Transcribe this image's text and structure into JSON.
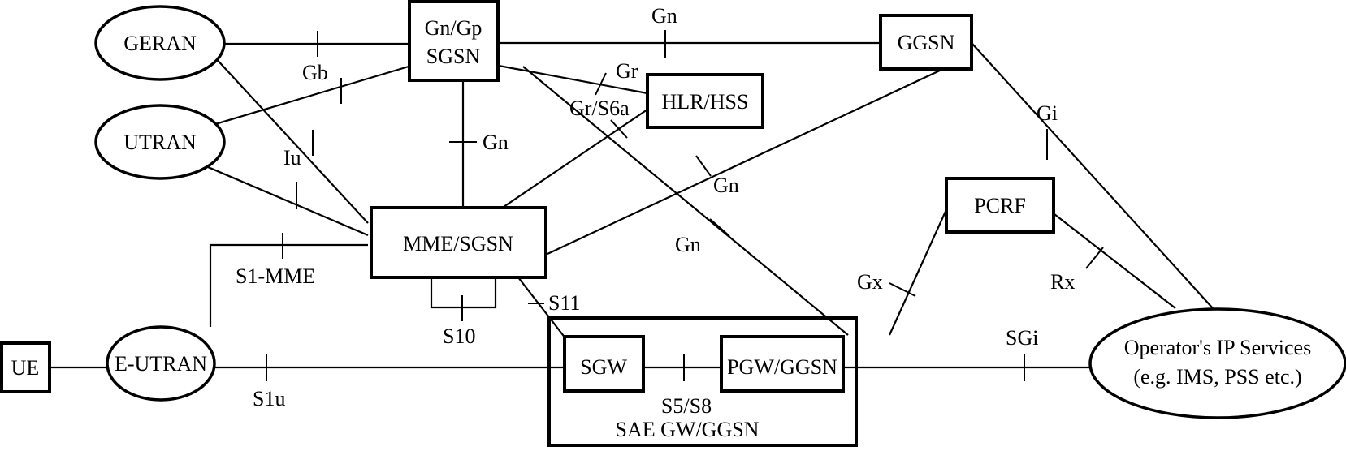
{
  "diagram": {
    "nodes": {
      "geran": {
        "label": "GERAN",
        "shape": "ellipse"
      },
      "utran": {
        "label": "UTRAN",
        "shape": "ellipse"
      },
      "eutran": {
        "label": "E-UTRAN",
        "shape": "ellipse"
      },
      "ue": {
        "label": "UE",
        "shape": "box"
      },
      "sgsn": {
        "label_line1": "Gn/Gp",
        "label_line2": "SGSN",
        "shape": "box"
      },
      "ggsn": {
        "label": "GGSN",
        "shape": "box"
      },
      "hlr_hss": {
        "label": "HLR/HSS",
        "shape": "box"
      },
      "mme_sgsn": {
        "label": "MME/SGSN",
        "shape": "box"
      },
      "pcrf": {
        "label": "PCRF",
        "shape": "box"
      },
      "sgw": {
        "label": "SGW",
        "shape": "box"
      },
      "pgw_ggsn": {
        "label": "PGW/GGSN",
        "shape": "box"
      },
      "sae_gw": {
        "label": "SAE GW/GGSN",
        "shape": "box"
      },
      "operator_ip": {
        "label_line1": "Operator's IP Services",
        "label_line2": "(e.g. IMS, PSS etc.)",
        "shape": "ellipse"
      }
    },
    "interfaces": {
      "gb": "Gb",
      "iu": "Iu",
      "gn_sgsn_ggsn": "Gn",
      "gr": "Gr",
      "gr_s6a": "Gr/S6a",
      "gn_sgsn_mme": "Gn",
      "gn_mme_ggsn": "Gn",
      "gn_sgsn_pgw": "Gn",
      "gi": "Gi",
      "gx": "Gx",
      "rx": "Rx",
      "s1_mme": "S1-MME",
      "s10": "S10",
      "s11": "S11",
      "s1u": "S1u",
      "s5_s8": "S5/S8",
      "sgi": "SGi"
    },
    "connections": [
      {
        "from": "GERAN",
        "to": "Gn/Gp SGSN",
        "interface": "Gb"
      },
      {
        "from": "UTRAN",
        "to": "Gn/Gp SGSN",
        "interface": "Iu"
      },
      {
        "from": "GERAN",
        "to": "MME/SGSN",
        "interface": "Iu"
      },
      {
        "from": "UTRAN",
        "to": "MME/SGSN",
        "interface": "Iu"
      },
      {
        "from": "Gn/Gp SGSN",
        "to": "GGSN",
        "interface": "Gn"
      },
      {
        "from": "Gn/Gp SGSN",
        "to": "HLR/HSS",
        "interface": "Gr"
      },
      {
        "from": "MME/SGSN",
        "to": "HLR/HSS",
        "interface": "Gr/S6a"
      },
      {
        "from": "Gn/Gp SGSN",
        "to": "MME/SGSN",
        "interface": "Gn"
      },
      {
        "from": "MME/SGSN",
        "to": "GGSN",
        "interface": "Gn"
      },
      {
        "from": "Gn/Gp SGSN",
        "to": "PGW/GGSN",
        "interface": "Gn"
      },
      {
        "from": "GGSN",
        "to": "Operator's IP Services",
        "interface": "Gi"
      },
      {
        "from": "PCRF",
        "to": "PGW/GGSN",
        "interface": "Gx"
      },
      {
        "from": "PCRF",
        "to": "Operator's IP Services",
        "interface": "Rx"
      },
      {
        "from": "E-UTRAN",
        "to": "MME/SGSN",
        "interface": "S1-MME"
      },
      {
        "from": "MME/SGSN",
        "to": "MME/SGSN",
        "interface": "S10"
      },
      {
        "from": "MME/SGSN",
        "to": "SGW",
        "interface": "S11"
      },
      {
        "from": "E-UTRAN",
        "to": "SGW",
        "interface": "S1u"
      },
      {
        "from": "SGW",
        "to": "PGW/GGSN",
        "interface": "S5/S8"
      },
      {
        "from": "PGW/GGSN",
        "to": "Operator's IP Services",
        "interface": "SGi"
      },
      {
        "from": "UE",
        "to": "E-UTRAN",
        "interface": ""
      }
    ]
  }
}
